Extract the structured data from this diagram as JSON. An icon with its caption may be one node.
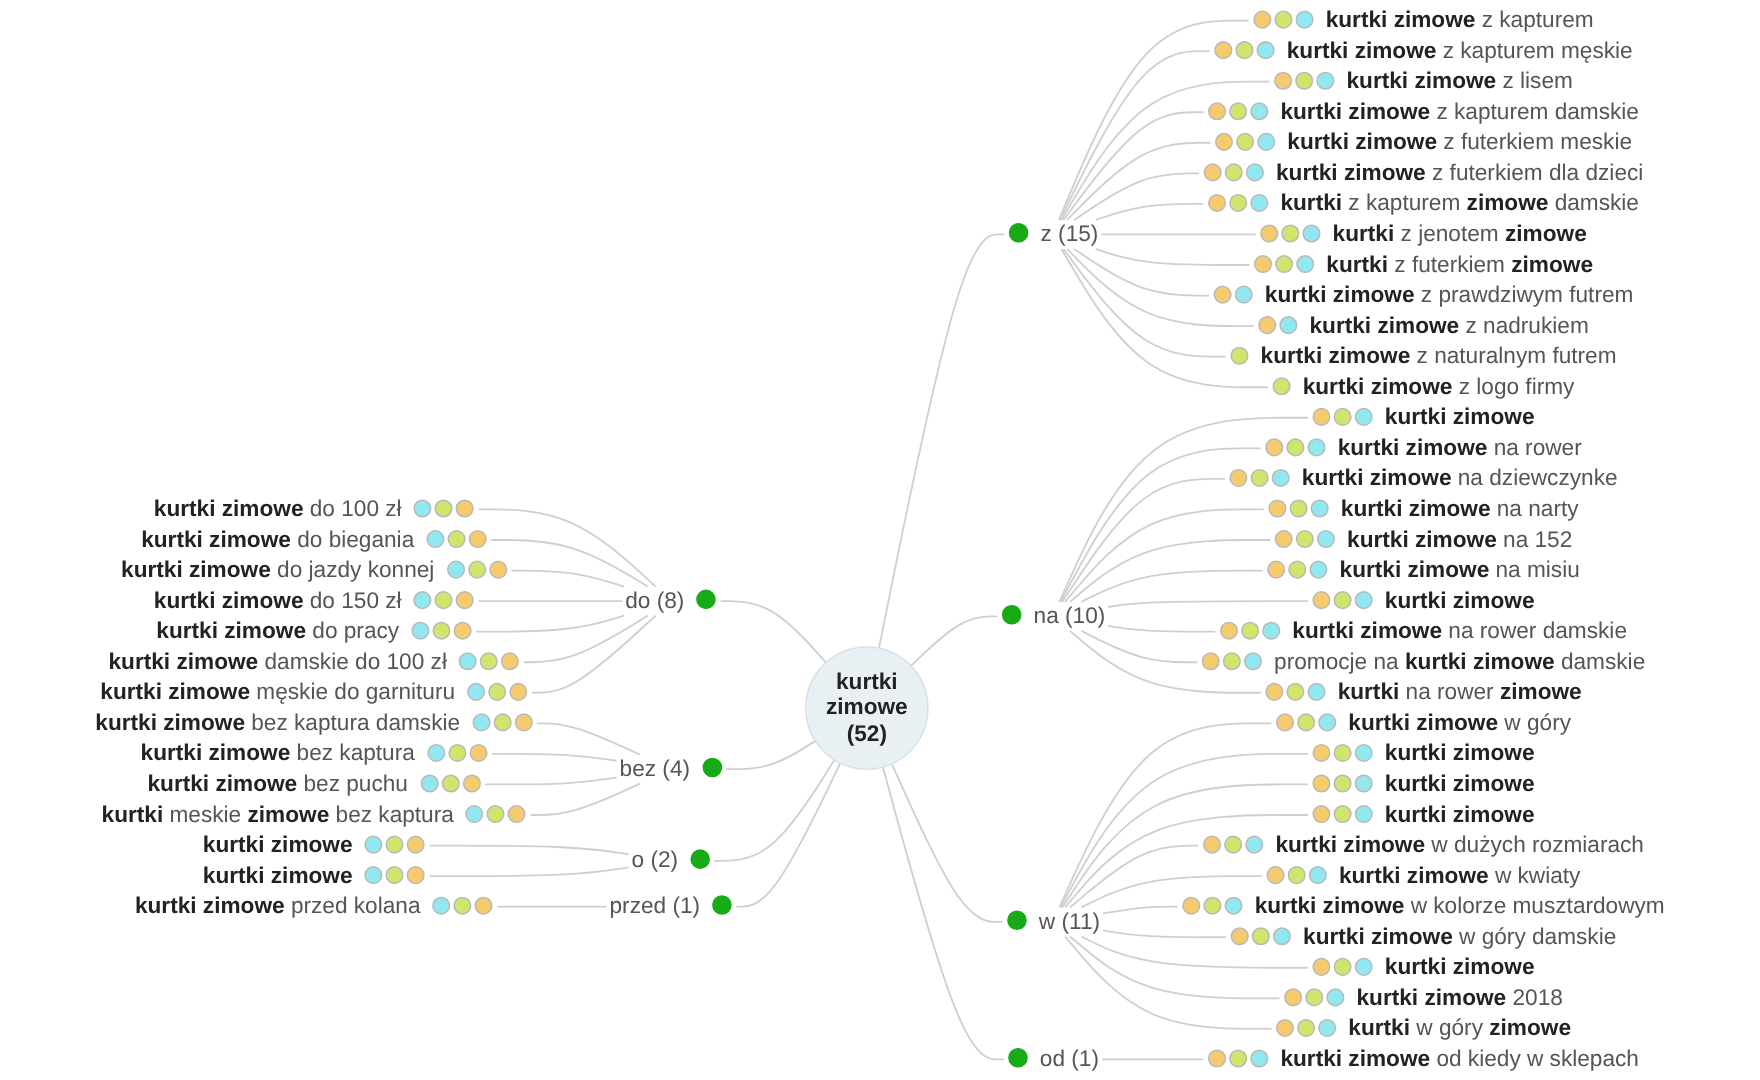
{
  "diagram": {
    "nodes": [
      {
        "text": [
          "kurtki zimowe (52)"
        ]
      },
      {
        "text": [
          "do (8)"
        ]
      },
      {
        "text": [
          "**kurtki zimowe** do 100 zł"
        ]
      },
      {
        "text": [
          "**kurtki zimowe** do biegania"
        ]
      },
      {
        "text": [
          "**kurtki zimowe** do jazdy konnej"
        ]
      },
      {
        "text": [
          "**kurtki zimowe** do 150 zł"
        ]
      },
      {
        "text": [
          "**kurtki zimowe** do pracy"
        ]
      },
      {
        "text": [
          "**kurtki zimowe** damskie do 100 zł"
        ]
      },
      {
        "text": [
          "**kurtki zimowe** męskie do garnituru"
        ]
      },
      {
        "text": [
          "bez (4)"
        ]
      },
      {
        "text": [
          "**kurtki zimowe** bez kaptura damskie"
        ]
      },
      {
        "text": [
          "**kurtki zimowe** bez kaptura"
        ]
      },
      {
        "text": [
          "**kurtki zimowe** bez puchu"
        ]
      },
      {
        "text": [
          "**kurtki** meskie **zimowe** bez kaptura"
        ]
      },
      {
        "text": [
          "o (2)"
        ]
      },
      {
        "text": [
          "**kurtki zimowe**"
        ]
      },
      {
        "text": [
          "**kurtki zimowe**"
        ]
      },
      {
        "text": [
          "przed (1)"
        ]
      },
      {
        "text": [
          "**kurtki zimowe** przed kolana"
        ]
      },
      {
        "text": [
          "z (15)"
        ]
      },
      {
        "text": [
          "**kurtki zimowe** z kapturem"
        ]
      },
      {
        "text": [
          "**kurtki zimowe** z kapturem męskie"
        ]
      },
      {
        "text": [
          "**kurtki zimowe** z lisem"
        ]
      },
      {
        "text": [
          "**kurtki zimowe** z kapturem damskie"
        ]
      },
      {
        "text": [
          "**kurtki zimowe** z futerkiem meskie"
        ]
      },
      {
        "text": [
          "**kurtki zimowe** z futerkiem dla dzieci"
        ]
      },
      {
        "text": [
          "**kurtki** z kapturem **zimowe** damskie"
        ]
      },
      {
        "text": [
          "**kurtki** z jenotem **zimowe**"
        ]
      },
      {
        "text": [
          "**kurtki** z futerkiem **zimowe**"
        ]
      },
      {
        "text": [
          "**kurtki zimowe** z prawdziwym futrem"
        ]
      },
      {
        "text": [
          "**kurtki zimowe** z nadrukiem"
        ]
      },
      {
        "text": [
          "**kurtki zimowe** z naturalnym futrem"
        ]
      },
      {
        "text": [
          "**kurtki zimowe** z logo firmy"
        ]
      },
      {
        "text": [
          "na (10)"
        ]
      },
      {
        "text": [
          "**kurtki zimowe**"
        ]
      },
      {
        "text": [
          "**kurtki zimowe** na rower"
        ]
      },
      {
        "text": [
          "**kurtki zimowe** na dziewczynke"
        ]
      },
      {
        "text": [
          "**kurtki zimowe** na narty"
        ]
      },
      {
        "text": [
          "**kurtki zimowe** na 152"
        ]
      },
      {
        "text": [
          "**kurtki zimowe** na misiu"
        ]
      },
      {
        "text": [
          "**kurtki zimowe**"
        ]
      },
      {
        "text": [
          "**kurtki zimowe** na rower damskie"
        ]
      },
      {
        "text": [
          "promocje na **kurtki zimowe** damskie"
        ]
      },
      {
        "text": [
          "**kurtki** na rower **zimowe**"
        ]
      },
      {
        "text": [
          "w (11)"
        ]
      },
      {
        "text": [
          "**kurtki zimowe** w góry"
        ]
      },
      {
        "text": [
          "**kurtki zimowe**"
        ]
      },
      {
        "text": [
          "**kurtki zimowe**"
        ]
      },
      {
        "text": [
          "**kurtki zimowe**"
        ]
      },
      {
        "text": [
          "**kurtki zimowe** w dużych rozmiarach"
        ]
      },
      {
        "text": [
          "**kurtki zimowe** w kwiaty"
        ]
      },
      {
        "text": [
          "**kurtki zimowe** w kolorze musztardowym"
        ]
      },
      {
        "text": [
          "**kurtki zimowe** w góry damskie"
        ]
      },
      {
        "text": [
          "**kurtki zimowe**"
        ]
      },
      {
        "text": [
          "**kurtki zimowe** 2018"
        ]
      },
      {
        "text": [
          "**kurtki** w góry **zimowe**"
        ]
      },
      {
        "text": [
          "od (1)"
        ]
      },
      {
        "text": [
          "**kurtki zimowe** od kiedy w sklepach"
        ]
      }
    ],
    "edges": [
      {
        "from": 1,
        "to": 0,
        "arrow": "none"
      },
      {
        "from": 2,
        "to": 1,
        "arrow": "none"
      },
      {
        "from": 3,
        "to": 1,
        "arrow": "none"
      },
      {
        "from": 4,
        "to": 1,
        "arrow": "none"
      },
      {
        "from": 5,
        "to": 1,
        "arrow": "none"
      },
      {
        "from": 6,
        "to": 1,
        "arrow": "none"
      },
      {
        "from": 7,
        "to": 1,
        "arrow": "none"
      },
      {
        "from": 8,
        "to": 1,
        "arrow": "none"
      },
      {
        "from": 9,
        "to": 0,
        "arrow": "none"
      },
      {
        "from": 10,
        "to": 9,
        "arrow": "none"
      },
      {
        "from": 11,
        "to": 9,
        "arrow": "none"
      },
      {
        "from": 12,
        "to": 9,
        "arrow": "none"
      },
      {
        "from": 13,
        "to": 9,
        "arrow": "none"
      },
      {
        "from": 14,
        "to": 0,
        "arrow": "none"
      },
      {
        "from": 15,
        "to": 14,
        "arrow": "none"
      },
      {
        "from": 16,
        "to": 14,
        "arrow": "none"
      },
      {
        "from": 17,
        "to": 0,
        "arrow": "none"
      },
      {
        "from": 18,
        "to": 17,
        "arrow": "none"
      },
      {
        "from": 0,
        "to": 19,
        "arrow": "none"
      },
      {
        "from": 19,
        "to": 20,
        "arrow": "none"
      },
      {
        "from": 19,
        "to": 21,
        "arrow": "none"
      },
      {
        "from": 19,
        "to": 22,
        "arrow": "none"
      },
      {
        "from": 19,
        "to": 23,
        "arrow": "none"
      },
      {
        "from": 19,
        "to": 24,
        "arrow": "none"
      },
      {
        "from": 19,
        "to": 25,
        "arrow": "none"
      },
      {
        "from": 19,
        "to": 26,
        "arrow": "none"
      },
      {
        "from": 19,
        "to": 27,
        "arrow": "none"
      },
      {
        "from": 19,
        "to": 28,
        "arrow": "none"
      },
      {
        "from": 19,
        "to": 29,
        "arrow": "none"
      },
      {
        "from": 19,
        "to": 30,
        "arrow": "none"
      },
      {
        "from": 19,
        "to": 31,
        "arrow": "none"
      },
      {
        "from": 19,
        "to": 32,
        "arrow": "none"
      },
      {
        "from": 0,
        "to": 33,
        "arrow": "none"
      },
      {
        "from": 33,
        "to": 34,
        "arrow": "none"
      },
      {
        "from": 33,
        "to": 35,
        "arrow": "none"
      },
      {
        "from": 33,
        "to": 36,
        "arrow": "none"
      },
      {
        "from": 33,
        "to": 37,
        "arrow": "none"
      },
      {
        "from": 33,
        "to": 38,
        "arrow": "none"
      },
      {
        "from": 33,
        "to": 39,
        "arrow": "none"
      },
      {
        "from": 33,
        "to": 40,
        "arrow": "none"
      },
      {
        "from": 33,
        "to": 41,
        "arrow": "none"
      },
      {
        "from": 33,
        "to": 42,
        "arrow": "none"
      },
      {
        "from": 33,
        "to": 43,
        "arrow": "none"
      },
      {
        "from": 0,
        "to": 44,
        "arrow": "none"
      },
      {
        "from": 44,
        "to": 45,
        "arrow": "none"
      },
      {
        "from": 44,
        "to": 46,
        "arrow": "none"
      },
      {
        "from": 44,
        "to": 47,
        "arrow": "none"
      },
      {
        "from": 44,
        "to": 48,
        "arrow": "none"
      },
      {
        "from": 44,
        "to": 49,
        "arrow": "none"
      },
      {
        "from": 44,
        "to": 50,
        "arrow": "none"
      },
      {
        "from": 44,
        "to": 51,
        "arrow": "none"
      },
      {
        "from": 44,
        "to": 52,
        "arrow": "none"
      },
      {
        "from": 44,
        "to": 53,
        "arrow": "none"
      },
      {
        "from": 44,
        "to": 54,
        "arrow": "none"
      },
      {
        "from": 44,
        "to": 55,
        "arrow": "none"
      },
      {
        "from": 0,
        "to": 56,
        "arrow": "none"
      },
      {
        "from": 56,
        "to": 57,
        "arrow": "none"
      }
    ]
  }
}
